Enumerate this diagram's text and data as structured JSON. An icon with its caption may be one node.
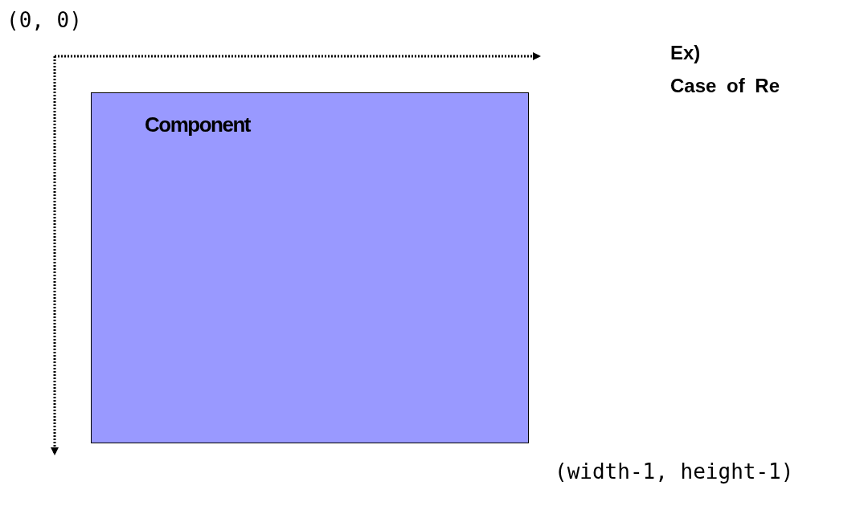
{
  "diagram": {
    "nodes": [
      {
        "text": [
          "Component"
        ]
      }
    ],
    "labels": [
      "(0, 0)",
      "Ex)",
      "Case of Re",
      "(width-1, height-1)"
    ]
  }
}
